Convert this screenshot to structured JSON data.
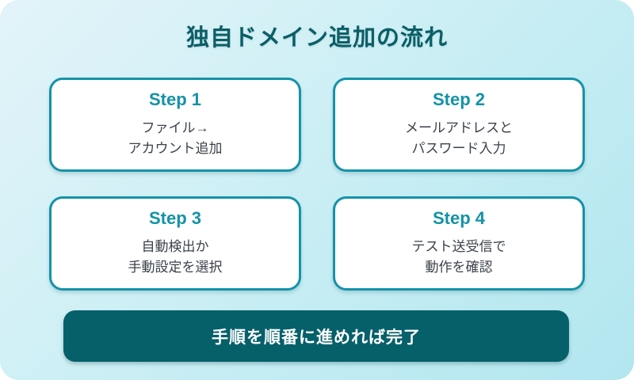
{
  "page": {
    "title": "独自ドメイン追加の流れ"
  },
  "colors": {
    "background_gradient_start": "#e3f4f9",
    "background_gradient_end": "#b2e6ef",
    "card_border": "#1493a8",
    "card_background": "#ffffff",
    "step_label_color": "#1392a7",
    "step_body_color": "#3b424a",
    "title_color": "#0b5e66",
    "banner_background": "#06606a",
    "banner_text_color": "#ffffff"
  },
  "steps": [
    {
      "label": "Step 1",
      "line1": "ファイル→",
      "line2": "アカウント追加"
    },
    {
      "label": "Step 2",
      "line1": "メールアドレスと",
      "line2": "パスワード入力"
    },
    {
      "label": "Step 3",
      "line1": "自動検出か",
      "line2": "手動設定を選択"
    },
    {
      "label": "Step 4",
      "line1": "テスト送受信で",
      "line2": "動作を確認"
    }
  ],
  "footer": {
    "label": "手順を順番に進めれば完了"
  }
}
